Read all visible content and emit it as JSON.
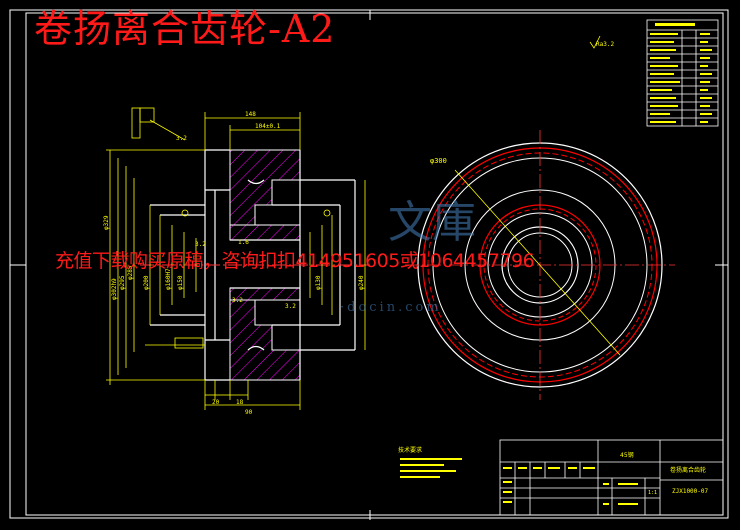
{
  "overlay": {
    "title": "卷扬离合齿轮-A2",
    "ad_text": "充值下载购买原稿，咨询扣扣414951605或1064457796",
    "watermark_cn": "文庫",
    "watermark_url": "·docin.com"
  },
  "drawing": {
    "outer_dia_label": "φ300",
    "roughness_note": "Ra3.2",
    "tech_req_title": "技术要求",
    "title_block": {
      "part_name": "卷扬离合齿轮",
      "drawing_no": "ZJX1000-07",
      "material": "45钢",
      "scale": "1:1"
    }
  },
  "colors": {
    "line": "#ffffff",
    "dim": "#ffff00",
    "hatch": "#ff00ff",
    "teeth": "#ff0000",
    "center": "#ff3333",
    "title": "#ff1a1a",
    "watermark": "#4682be"
  }
}
